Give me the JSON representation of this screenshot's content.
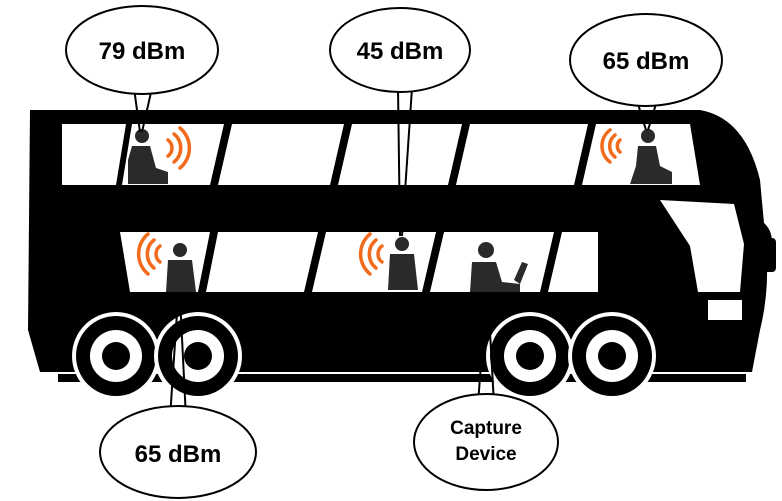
{
  "labels": {
    "upper_left": "79 dBm",
    "upper_mid": "45 dBm",
    "upper_right": "65 dBm",
    "lower_left": "65 dBm",
    "capture_line1": "Capture",
    "capture_line2": "Device"
  },
  "colors": {
    "bus": "#000000",
    "window": "#ffffff",
    "person": "#2a2a2a",
    "signal": "#f26b1d",
    "bubble_fill": "#ffffff",
    "bubble_stroke": "#000000"
  }
}
